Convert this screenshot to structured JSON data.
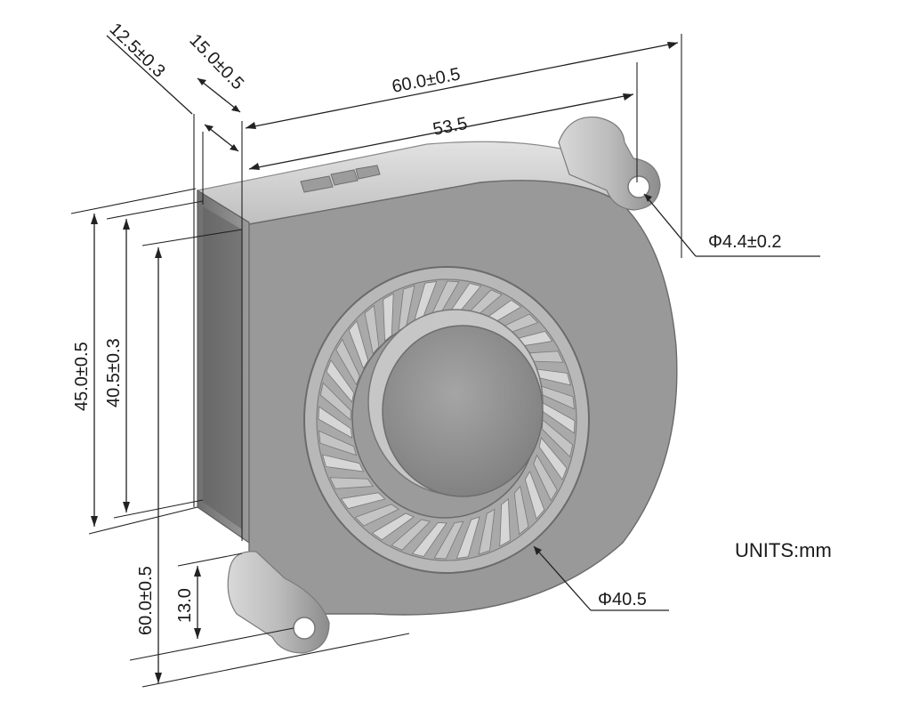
{
  "dimensions": {
    "thickness_total": "12.5±0.3",
    "thickness_outlet": "15.0±0.5",
    "width_total": "60.0±0.5",
    "hole_spacing": "53.5",
    "mount_hole_dia": "Φ4.4±0.2",
    "height_outlet_outer": "45.0±0.5",
    "height_outlet_inner": "40.5±0.3",
    "height_total": "60.0±0.5",
    "hole_offset": "13.0",
    "impeller_dia": "Φ40.5"
  },
  "units_label": "UNITS:mm",
  "colors": {
    "housing": "#9a9a9a",
    "housing_dark": "#7c7c7c",
    "housing_light": "#c9c9c9",
    "hub": "#8f8f8f",
    "lines": "#222222"
  }
}
